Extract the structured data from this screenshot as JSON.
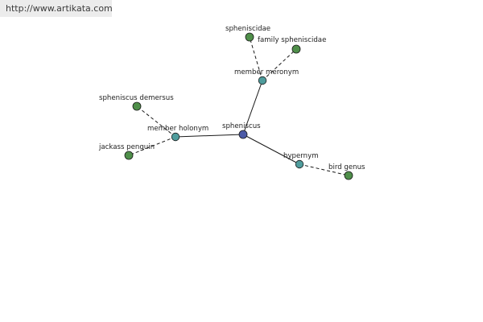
{
  "header": {
    "url": "http://www.artikata.com"
  },
  "colors": {
    "center": "#4c5aa6",
    "relation": "#4f9c9c",
    "leaf": "#4f8f4a"
  },
  "graph": {
    "nodes": [
      {
        "id": "spheniscus",
        "label": "spheniscus",
        "kind": "center"
      },
      {
        "id": "member-meronym",
        "label": "member meronym",
        "kind": "relation"
      },
      {
        "id": "member-holonym",
        "label": "member holonym",
        "kind": "relation"
      },
      {
        "id": "hypernym",
        "label": "hypernym",
        "kind": "relation"
      },
      {
        "id": "spheniscidae",
        "label": "spheniscidae",
        "kind": "leaf"
      },
      {
        "id": "family-spheniscidae",
        "label": "family spheniscidae",
        "kind": "leaf"
      },
      {
        "id": "spheniscus-demersus",
        "label": "spheniscus demersus",
        "kind": "leaf"
      },
      {
        "id": "jackass-penguin",
        "label": "jackass penguin",
        "kind": "leaf"
      },
      {
        "id": "bird-genus",
        "label": "bird genus",
        "kind": "leaf"
      }
    ],
    "edges": [
      {
        "from": "spheniscus",
        "to": "member-meronym",
        "style": "solid"
      },
      {
        "from": "spheniscus",
        "to": "member-holonym",
        "style": "solid"
      },
      {
        "from": "spheniscus",
        "to": "hypernym",
        "style": "solid"
      },
      {
        "from": "member-meronym",
        "to": "spheniscidae",
        "style": "dashed"
      },
      {
        "from": "member-meronym",
        "to": "family-spheniscidae",
        "style": "dashed"
      },
      {
        "from": "member-holonym",
        "to": "spheniscus-demersus",
        "style": "dashed"
      },
      {
        "from": "member-holonym",
        "to": "jackass-penguin",
        "style": "dashed"
      },
      {
        "from": "hypernym",
        "to": "bird-genus",
        "style": "dashed"
      }
    ]
  }
}
